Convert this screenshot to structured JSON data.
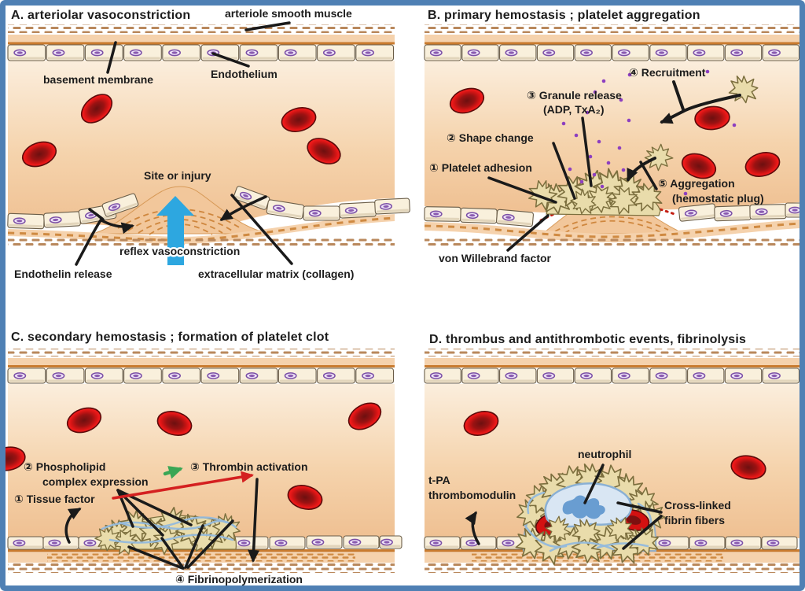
{
  "panels": {
    "a": {
      "title": "A. arteriolar vasoconstriction",
      "labels": {
        "arteriole_smooth_muscle": "arteriole smooth muscle",
        "basement_membrane": "basement membrane",
        "endothelium": "Endothelium",
        "site_or_injury": "Site or injury",
        "reflex_vasoconstriction": "reflex vasoconstriction",
        "endothelin_release": "Endothelin release",
        "extracellular_matrix": "extracellular matrix (collagen)"
      }
    },
    "b": {
      "title": "B. primary hemostasis ; platelet aggregation",
      "labels": {
        "platelet_adhesion": "① Platelet adhesion",
        "shape_change": "② Shape change",
        "granule_release_1": "③ Granule release",
        "granule_release_2": "(ADP, TxA₂)",
        "recruitment": "④ Recruitment",
        "aggregation_1": "⑤ Aggregation",
        "aggregation_2": "(hemostatic plug)",
        "von_willebrand_factor": "von Willebrand factor"
      }
    },
    "c": {
      "title": "C. secondary hemostasis ; formation of platelet clot",
      "labels": {
        "tissue_factor": "① Tissue factor",
        "phospholipid_1": "② Phospholipid",
        "phospholipid_2": "complex expression",
        "thrombin_activation": "③ Thrombin activation",
        "fibrinopolymerization": "④ Fibrinopolymerization"
      }
    },
    "d": {
      "title": "D. thrombus and antithrombotic events, fibrinolysis",
      "labels": {
        "neutrophil": "neutrophil",
        "tpa_1": "t-PA",
        "tpa_2": "thrombomodulin",
        "fibrin_1": "Cross-linked",
        "fibrin_2": "fibrin fibers"
      }
    }
  },
  "colors": {
    "frame_border": "#4f80b4",
    "lumen_light": "#fbeedd",
    "lumen_deep": "#efc092",
    "vessel_band": "#f5d2ad",
    "vessel_line": "#c97b2e",
    "muscle_dash": "#b9885c",
    "endothelial_cell": "#f9f0dc",
    "nucleus_purple": "#8a5cb0",
    "rbc_red": "#e81414",
    "platelet_tan": "#e9dcab",
    "granule_purple": "#8d3fc0",
    "fibrin_blue": "#9cbfdd",
    "neutrophil_body": "#d9e6f3",
    "neutrophil_nucleus": "#699dd1",
    "vasoconstriction_arrow": "#2da7e0",
    "thrombin_arrow": "#d42020",
    "activation_arrow": "#3aa655",
    "vwf_dots": "#c42015",
    "label_text": "#1c1c1c"
  }
}
